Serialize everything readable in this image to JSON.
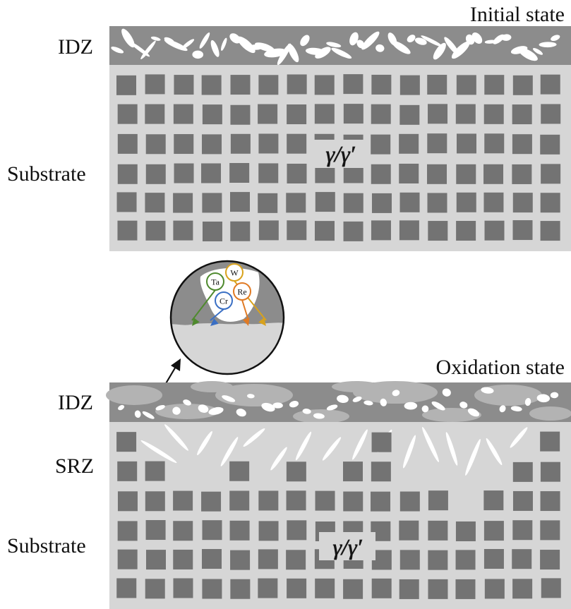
{
  "initial_panel": {
    "title": "Initial state",
    "idz_label": "IDZ",
    "substrate_label": "Substrate",
    "phase_label": "γ/γ′"
  },
  "oxidation_panel": {
    "title": "Oxidation state",
    "idz_label": "IDZ",
    "srz_label": "SRZ",
    "substrate_label": "Substrate",
    "phase_label": "γ/γ′"
  },
  "magnified_view": {
    "elements": [
      {
        "symbol": "Ta",
        "color": "#4f8a2e"
      },
      {
        "symbol": "W",
        "color": "#d8a21c"
      },
      {
        "symbol": "Cr",
        "color": "#3a6fc4"
      },
      {
        "symbol": "Re",
        "color": "#e07a24"
      }
    ]
  },
  "colors": {
    "idz_band": "#8c8c8c",
    "substrate_matrix": "#d6d6d6",
    "precipitate": "#737373",
    "needle": "#ffffff",
    "text": "#111111"
  }
}
